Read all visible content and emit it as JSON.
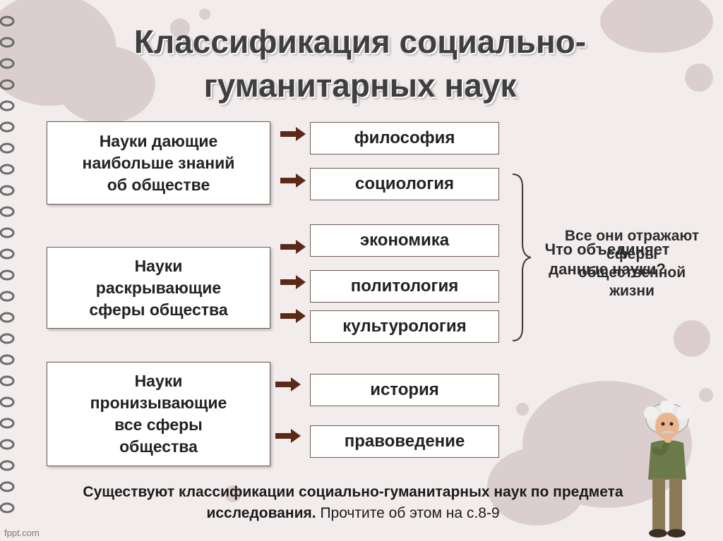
{
  "title": "Классификация социально-\nгуманитарных наук",
  "categories": [
    {
      "label": "Науки дающие\nнаибольше знаний\nоб обществе"
    },
    {
      "label": "Науки\nраскрывающие\nсферы общества"
    },
    {
      "label": "Науки\nпронизывающие\nвсе сферы\nобщества"
    }
  ],
  "sciences": [
    "философия",
    "социология",
    "экономика",
    "политология",
    "культурология",
    "история",
    "правоведение"
  ],
  "overlap_text_a": "Все они отражают\nсферы\nобщественной\nжизни",
  "overlap_text_b": "Что объединяет\nданные науки?",
  "bottom_note": {
    "bold": "Существуют классификации социально-гуманитарных наук по предмета исследования.",
    "normal": " Прочтите об этом на с.8-9"
  },
  "watermark": "fppt.com",
  "colors": {
    "background": "#f3ecec",
    "splash": "#c9b7b7",
    "arrow": "#5a2a16",
    "box_border": "#6e5a52",
    "title": "#3f3f3f"
  }
}
